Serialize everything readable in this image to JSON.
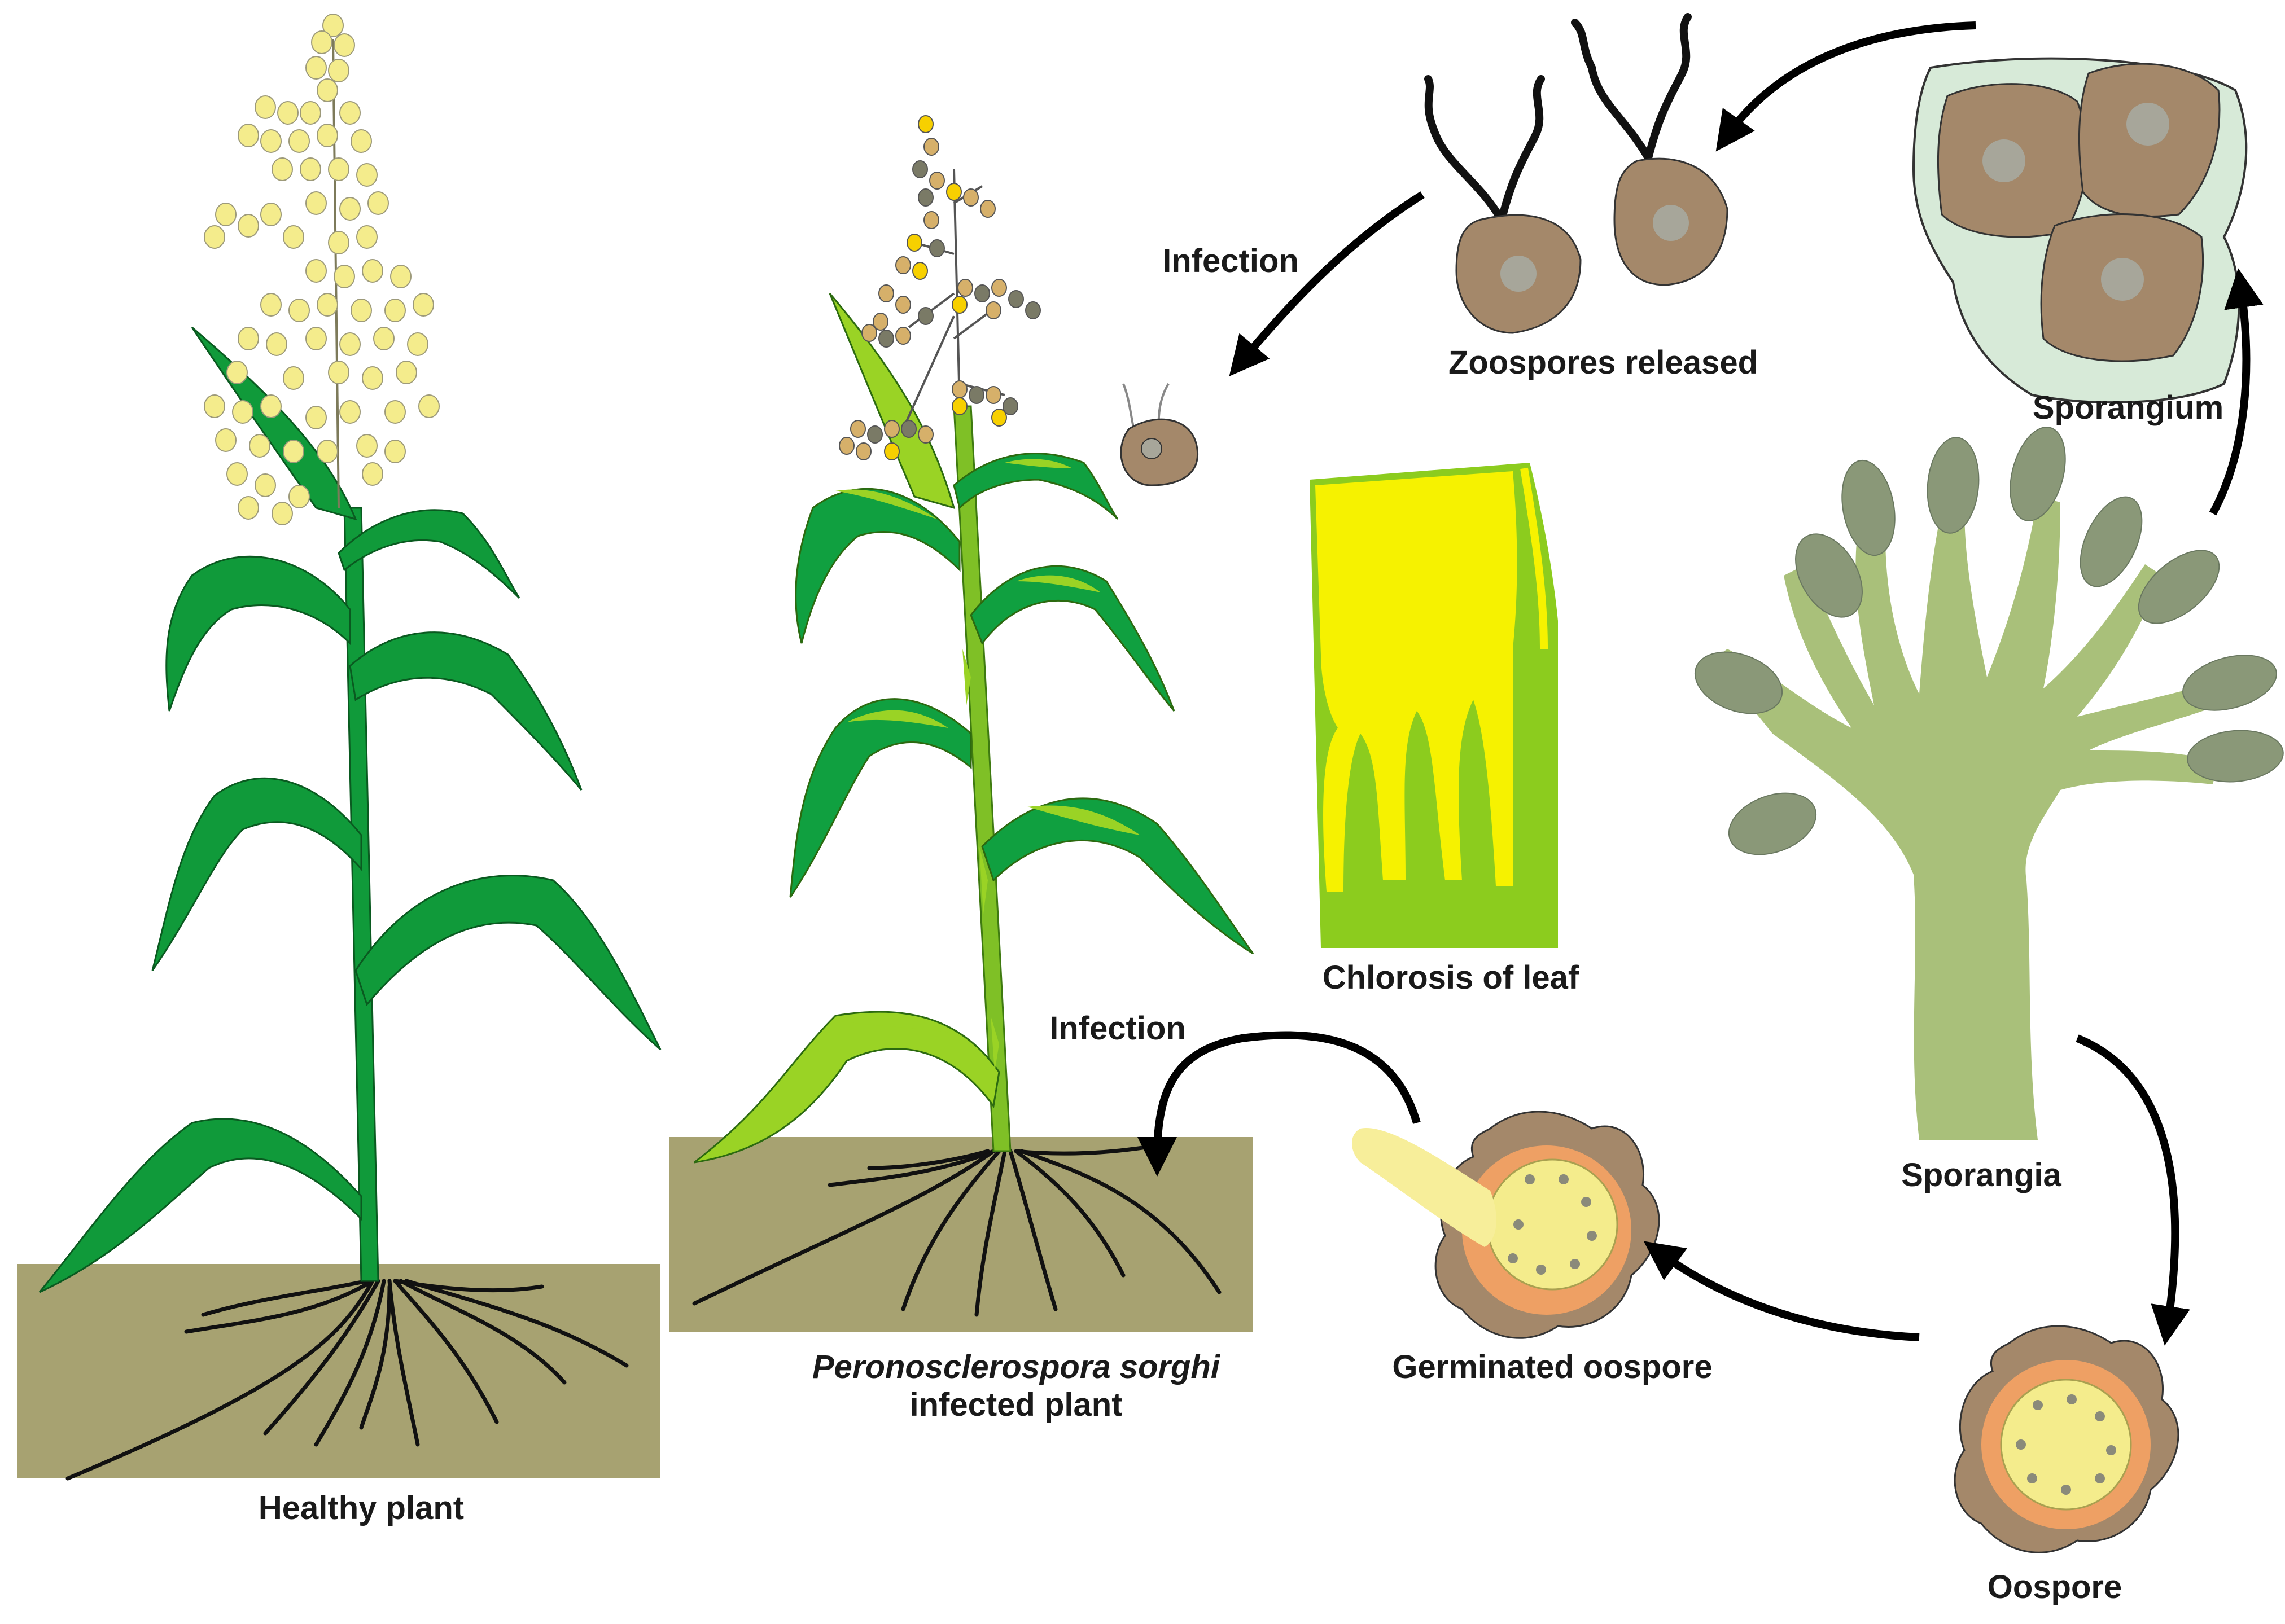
{
  "labels": {
    "healthy_plant": "Healthy plant",
    "infected_plant_species": "Peronosclerospora sorghi",
    "infected_plant_suffix": "infected plant",
    "chlorosis": "Chlorosis of leaf",
    "infection_top": "Infection",
    "infection_bottom": "Infection",
    "zoospores": "Zoospores released",
    "sporangium": "Sporangium",
    "sporangia": "Sporangia",
    "oospore": "Oospore",
    "germinated_oospore": "Germinated oospore"
  },
  "colors": {
    "leaf_green": "#109a3a",
    "leaf_light": "#8ccc1e",
    "soil": "#a7a271",
    "pollen": "#f4ec8c",
    "spore_brown": "#a4886a",
    "sporangium_bg": "#d7ead8",
    "sporangia_green": "#a9c07a",
    "chlorosis_yellow": "#f6f200",
    "oospore_orange": "#eea064"
  }
}
